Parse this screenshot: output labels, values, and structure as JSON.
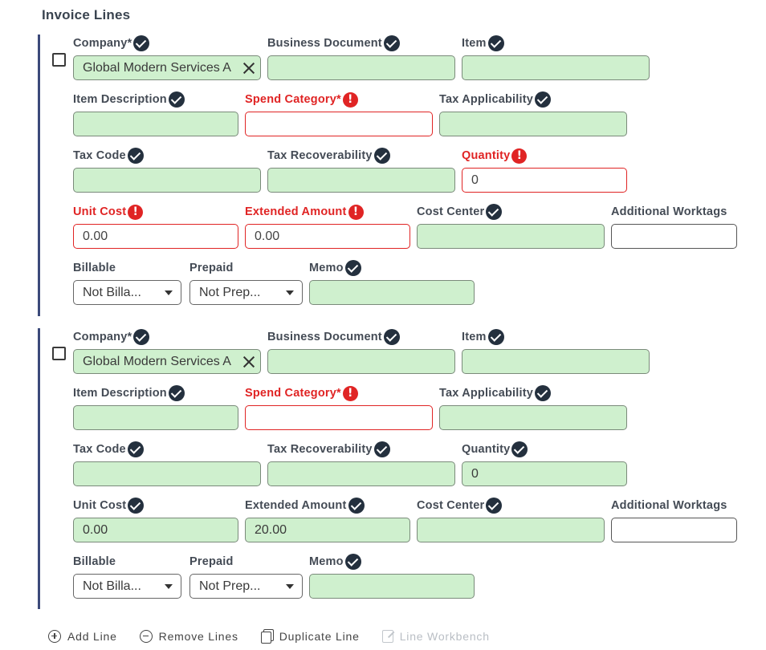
{
  "section_title": "Invoice Lines",
  "labels": {
    "company": "Company*",
    "business_document": "Business Document",
    "item": "Item",
    "item_description": "Item Description",
    "spend_category": "Spend Category*",
    "tax_applicability": "Tax Applicability",
    "tax_code": "Tax Code",
    "tax_recoverability": "Tax Recoverability",
    "quantity": "Quantity",
    "unit_cost": "Unit Cost",
    "extended_amount": "Extended Amount",
    "cost_center": "Cost Center",
    "additional_worktags": "Additional Worktags",
    "billable": "Billable",
    "prepaid": "Prepaid",
    "memo": "Memo"
  },
  "lines": [
    {
      "company": "Global Modern Services A",
      "quantity": "0",
      "unit_cost": "0.00",
      "extended_amount": "0.00",
      "billable": "Not Billa...",
      "prepaid": "Not Prep..."
    },
    {
      "company": "Global Modern Services A",
      "quantity": "0",
      "unit_cost": "0.00",
      "extended_amount": "20.00",
      "billable": "Not Billa...",
      "prepaid": "Not Prep..."
    }
  ],
  "icons": {
    "valid": "check-circle-icon",
    "error": "exclamation-circle-icon",
    "clear": "close-icon",
    "dropdown": "chevron-down-icon"
  },
  "colors": {
    "valid_field_bg": "#cff0ce",
    "error": "#e02424",
    "line_accent": "#3c4a7a"
  },
  "footer": {
    "add_line": "Add Line",
    "remove_lines": "Remove Lines",
    "duplicate_line": "Duplicate Line",
    "line_workbench": "Line Workbench"
  }
}
